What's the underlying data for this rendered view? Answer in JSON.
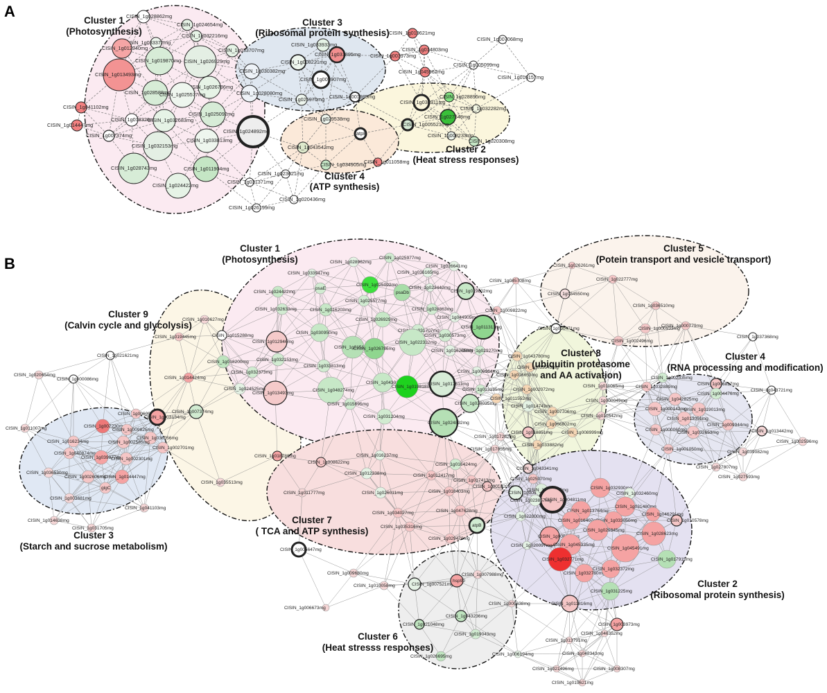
{
  "panels": [
    {
      "letter": "A"
    },
    {
      "letter": "B"
    }
  ],
  "colors": {
    "pink_cluster": "#fbeaf1",
    "blue_cluster": "#dfe7f0",
    "peach_cluster": "#fbe9d9",
    "yellow_cluster": "#fbf6dd",
    "lime_cluster": "#f1f6dc",
    "lavender_cluster": "#e4e1f1",
    "grey_cluster": "#eeeeee",
    "green_node": "#7fe07f",
    "light_green_node": "#cfe9cf",
    "red_node": "#f26d6d",
    "light_red_node": "#f5c9c9"
  },
  "panelA": {
    "clusters": [
      {
        "title": "Cluster 1",
        "subtitle": "(Photosynthesis)"
      },
      {
        "title": "Cluster 3",
        "subtitle": "(Ribosomal protein synthesis)"
      },
      {
        "title": "Cluster 2",
        "subtitle": "(Heat stress responses)"
      },
      {
        "title": "Cluster 4",
        "subtitle": "(ATP synthesis)"
      }
    ],
    "nodes": [
      "CISIN_1g028862mg",
      "CISIN_1g024654mg",
      "CISIN_1g033372mg",
      "CISIN_1g032216mg",
      "CISIN_1g033707mg",
      "CISIN_1g012940mg",
      "CISIN_1g019870mg",
      "CISIN_1g026929mg",
      "CISIN_1g013493mg",
      "CISIN_1g026786mg",
      "CISIN_1g028588mg",
      "CISIN_1g025577mg",
      "CISIN_1g041102mg",
      "CISIN_1g018326mg",
      "CISIN_1g032683mg",
      "CISIN_1g025092mg",
      "CISIN_1g014447mg",
      "CISIN_1g007374mg",
      "CISIN_1g033813mg",
      "CISIN_1g032153mg",
      "CISIN_1g028743mg",
      "CISIN_1g011904mg",
      "CISIN_1g024422mg",
      "CISIN_1g024892mg",
      "CISIN_1g033933mg",
      "CISIN_1g031895mg",
      "CISIN_1g008221mg",
      "CISIN_1g030382mg",
      "CISIN_1g005907mg",
      "CISIN_1g028080mg",
      "CISIN_1g025970mg",
      "CISIN_1g019621mg",
      "CISIN_1g014803mg",
      "CISIN_1g003973mg",
      "CISIN_1g045962mg",
      "CISIN_1g007068mg",
      "CISIN_1g005099mg",
      "CISIN_1g016157mg",
      "CISIN_1g001985mg",
      "CISIN_1g038911mg",
      "CISIN_1g028895mg",
      "CISIN_1g032282mg",
      "CISIN_1g027548mg",
      "CISIN_1g005521mg",
      "CISIN_1g008233mg",
      "CISIN_1g020308mg",
      "CISIN_1g029538mg",
      "atpB",
      "CISIN_1g043542mg",
      "CISIN_1g034905mg",
      "CISIN_1g011058mg",
      "CISIN_1g023621mg",
      "CISIN_1g031371mg",
      "CISIN_1g020436mg",
      "CISIN_1g026199mg"
    ]
  },
  "panelB": {
    "clusters": [
      {
        "title": "Cluster 1",
        "subtitle": "(Photosynthesis)"
      },
      {
        "title": "Cluster 5",
        "subtitle": "(Potein transport and vesicle transport)"
      },
      {
        "title": "Cluster 9",
        "subtitle": "(Calvin cycle and glycolysis)"
      },
      {
        "title": "Cluster 8",
        "subtitle": "(ubiquitin proteasome",
        "subtitle2": "and AA activation)"
      },
      {
        "title": "Cluster 4",
        "subtitle": "(RNA processing and modification)"
      },
      {
        "title": "Cluster 3",
        "subtitle": "(Starch and sucrose metabolism)"
      },
      {
        "title": "Cluster 7",
        "subtitle": "( TCA and ATP synthesis)"
      },
      {
        "title": "Cluster 2",
        "subtitle": "(Ribosomal protein synthesis)"
      },
      {
        "title": "Cluster 6",
        "subtitle": "(Heat stresss responses)"
      }
    ],
    "nodes": [
      "CISIN_1g028962mg",
      "CISIN_1g025977mg",
      "CISIN_1g026641mg",
      "CISIN_1g033947mg",
      "CISIN_1g036165mg",
      "CISIN_1g024422mg",
      "psaE",
      "CISIN_1g025092mg",
      "CISIN_1g023440mg",
      "psaDb",
      "CISIN_1g019802mg",
      "CISIN_1g032633mg",
      "CISIN_1g016203mg",
      "CISIN_1g025577mg",
      "CISIN_1g028863mg",
      "CISIN_1g044905mg",
      "CISIN_1g026929mg",
      "CISIN_1g031707mg",
      "CISIN_1g011311mg",
      "CISIN_1g030950mg",
      "CISIN_1g030573mg",
      "CISIN_1g012946mg",
      "CISIN_1g015113mg",
      "CISIN_1g026786mg",
      "CISIN_1g022332mg",
      "CISIN_1g016265mg",
      "CISIN_1g029270mg",
      "CISIN_1g032153mg",
      "CISIN_1g033813mg",
      "CISIN_1g043023mg",
      "CISIN_1g019818mg",
      "CISIN_1g017611mg",
      "CISIN_1g009964mg",
      "CISIN_1g013493mg",
      "CISIN_1g048274mg",
      "CISIN_1g013135mg",
      "CISIN_1g028035mg",
      "CISIN_1g015695mg",
      "CISIN_1g031204mg",
      "CISIN_1g024892mg",
      "CISIN_1g026261mg",
      "CISIN_1g045708mg",
      "CISIN_1g022777mg",
      "CISIN_1g034550mg",
      "CISIN_1g036510mg",
      "CISIN_1g000933mg",
      "CISIN_1g000779mg",
      "CISIN_1g002496mg",
      "CISIN_1g000471mg",
      "CISIN_1g037368mg",
      "CISIN_1g009822mg",
      "CISIN_1g010627mg",
      "CISIN_1g019445mg",
      "CISIN_1g015288mg",
      "CISIN_1g018200mg",
      "CISIN_1g032373mg",
      "CISIN_1g014424mg",
      "CISIN_1g024525mg",
      "CISIN_1g007374mg",
      "CISIN_1g021621mg",
      "CISIN_1g020654mg",
      "CISIN_1g000086mg",
      "CISIN_1g011007mg",
      "CISIN_1g006091mg",
      "CISIN_1g003134mg",
      "CISIN_1g007230mg",
      "CISIN_1g009825mg",
      "CISIN_1g016234mg",
      "CISIN_1g036056mg",
      "CISIN_1g002585mg",
      "CISIN_1g040874mg",
      "CISIN_1g039977mg",
      "CISIN_1g002301mg",
      "CISIN_1g002701mg",
      "CISIN_1g036530mg",
      "CISIN_1g002606mg",
      "CISIN_1g014447mg",
      "CISIN_1g003681mg",
      "glgC",
      "CISIN_1g041103mg",
      "CISIN_1g014638mg",
      "CISIN_1g031705mg",
      "CISIN_1g035513mg",
      "CISIN_1g043780mg",
      "CISIN_1g015543mg",
      "CISIN_1g016653mg",
      "CISIN_1g011552mg",
      "CISIN_1g002072mg",
      "CISIN_1g014743mg",
      "CISIN_1g007706mg",
      "CISIN_1g066802mg",
      "CISIN_1g018851mg",
      "CISIN_1g008999mg",
      "CISIN_1g033882mg",
      "CISIN_1g043341mg",
      "CISIN_1g011065mg",
      "CISIN_1g000049mg",
      "CISIN_1g010542mg",
      "CISIN_1g002335mg",
      "CISIN_1g032889mg",
      "CISIN_1g006817mg",
      "CISIN_1g004476mg",
      "CISIN_1g042825mg",
      "CISIN_1g000142mg",
      "CISIN_1g019013mg",
      "CISIN_1g013091mg",
      "CISIN_1g009944mg",
      "CISIN_1g043721mg",
      "CISIN_1g000060mg",
      "CISIN_1g032653mg",
      "CISIN_1g013442mg",
      "CISIN_1g002596mg",
      "CISIN_1g001050mg",
      "CISIN_1g039082mg",
      "CISIN_1g027807mg",
      "CISIN_1g027593mg",
      "CISIN_1g018780mg",
      "CISIN_1g008622mg",
      "CISIN_1g016237mg",
      "CISIN_1g016424mg",
      "CISIN_1g012338mg",
      "CISIN_1g012417mg",
      "CISIN_1g017413mg",
      "CISIN_1g011777mg",
      "CISIN_1g026011mg",
      "CISIN_1g016403mg",
      "CISIN_1g001820mg",
      "CISIN_1g034027mg",
      "CISIN_1g047628mg",
      "CISIN_1g035316mg",
      "atpB",
      "CISIN_1g029470mg",
      "CISIN_1g005647mg",
      "CISIN_1g017855mg",
      "CISIN_1g017262mg",
      "CISIN_1g025070mg",
      "CISIN_1g004521mg",
      "CISIN_1g005537mg",
      "CISIN_1g004811mg",
      "CISIN_1g032930mg",
      "CISIN_1g032460mg",
      "CISIN_1g023857mg",
      "CISIN_1g013764mg",
      "CISIN_1g031480mg",
      "CISIN_1g046291mg",
      "CISIN_1g010578mg",
      "CISIN_1g022000mg",
      "CISIN_1g016407mg",
      "CISIN_1g033050mg",
      "CISIN_1g029845mg",
      "CISIN_1g028623mg",
      "CISIN_1g008281mg",
      "CISIN_1g020097mg",
      "CISIN_1g045335mg",
      "CISIN_1g045491mg",
      "CISIN_1g032771mg",
      "CISIN_1g017915mg",
      "CISIN_1g032780mg",
      "CISIN_1g032372mg",
      "CISIN_1g031225mg",
      "CISIN_1g011816mg",
      "CISIN_1g003973mg",
      "CISIN_1g046352mg",
      "CISIN_1g013791mg",
      "CISIN_1g006194mg",
      "CISIN_1g048343mg",
      "CISIN_1g021496mg",
      "CISIN_1g008307mg",
      "CISIN_1g019621mg",
      "CISIN_1g009680mg",
      "CISIN_1g010058mg",
      "CISIN_1g006673mg",
      "CISIN_1g007521mg",
      "hsp90",
      "CISIN_1g007988mg",
      "CISIN_1g000638mg",
      "CISIN_1g021048mg",
      "CISIN_1g043236mg",
      "CISIN_1g019043mg",
      "CISIN_1g026695mg"
    ]
  }
}
